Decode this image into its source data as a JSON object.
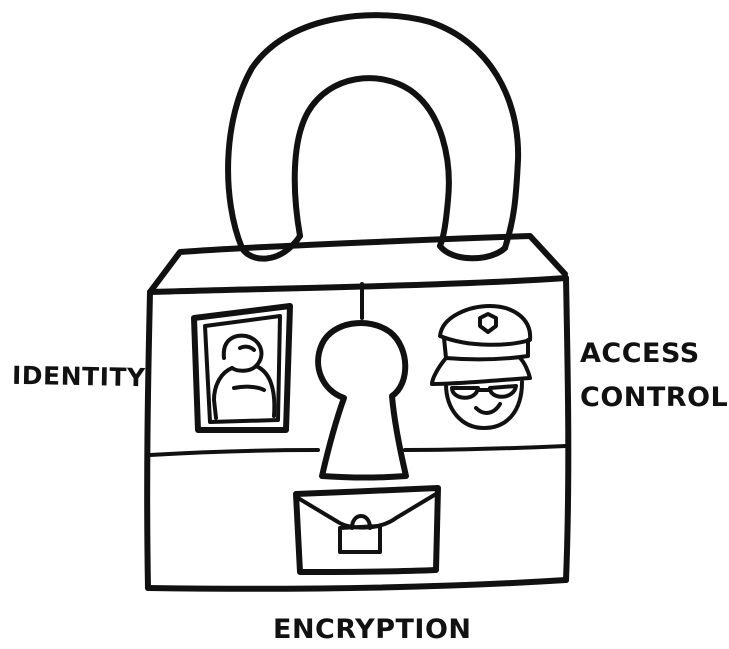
{
  "labels": {
    "identity": "IDENTITY",
    "access_control_line1": "ACCESS",
    "access_control_line2": "CONTROL",
    "encryption": "ENCRYPTION"
  },
  "icons": {
    "padlock": "padlock-icon",
    "identity": "id-card-icon",
    "access_control": "security-guard-icon",
    "keyhole": "keyhole-icon",
    "encryption": "locked-envelope-icon"
  },
  "colors": {
    "ink": "#111111",
    "background": "#ffffff"
  }
}
